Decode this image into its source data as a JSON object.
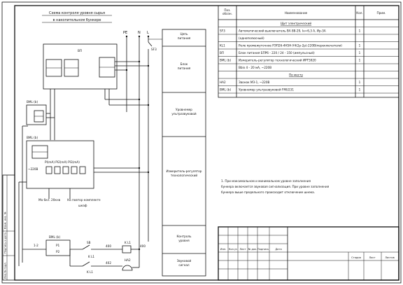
{
  "title": {
    "line1": "Схема контроля уровня сырья",
    "line2": "в накопительном бункере"
  },
  "buses": {
    "pe": "PE",
    "n": "N",
    "l": "L"
  },
  "schematic": {
    "sf3": "SF3",
    "bp": "BП",
    "bml": "BML (b)",
    "bml_small": "BML (b)",
    "pr_header": "PI(mA) PI2(mA) PI3(mA)",
    "supply": "~220B",
    "lower": "Мa 6кл. 20кнв",
    "upper_l1": "На повтор комплекте",
    "upper_l2": "шкаф",
    "bml_relay": "BML (b)",
    "p1": "P1",
    "p2": "P2",
    "n12": "1-2",
    "sb": "SB",
    "kl1_top": "K L1",
    "kl1_bot": "K L1",
    "kl1_right": "K L1",
    "ha2": "HA2",
    "w400a": "400",
    "w400b": "400",
    "w402": "402"
  },
  "function_column": [
    "Цепь питания",
    "Блок питания",
    "Уровнемер ультразвуковой",
    "Измеритель-регулятор технологический",
    "Контроль уровня",
    "Звуковой сигнал"
  ],
  "spec_table": {
    "headers": [
      "Поз. обозн.",
      "Наименование",
      "Кол.",
      "Прим."
    ],
    "rows": [
      {
        "pos": "",
        "name": "Щит электрический",
        "qty": "",
        "section": true
      },
      {
        "pos": "SF3",
        "name": "Автоматический выключатель ВА 88-29, Iн=6,3 А, Ир-3А",
        "qty": "1"
      },
      {
        "pos": "",
        "name": "(однополюсный)",
        "qty": ""
      },
      {
        "pos": "KL1",
        "name": "Реле промежуточное РЭП26-4Н5Н-У4(2р-2р)-220В(переключатели)",
        "qty": "1"
      },
      {
        "pos": "BП",
        "name": "Блок питания БПР6 - 220 / 24 - 150 (импульсный)",
        "qty": "1"
      },
      {
        "pos": "BML (b)",
        "name": "Измеритель-регулятор технологический ИРТ5920",
        "qty": "1"
      },
      {
        "pos": "",
        "name": "Bbix 4 - 20 мА, ~220В",
        "qty": ""
      },
      {
        "pos": "",
        "name": "По месту",
        "qty": "",
        "section": true
      },
      {
        "pos": "HA2",
        "name": "Звонок МЗ-1, ~220В",
        "qty": "1"
      },
      {
        "pos": "BML (b)",
        "name": "Уровнемер ультразвуковой FMU231",
        "qty": "1"
      }
    ]
  },
  "note": "1. При максимальном и минимальном уровне заполнения бункера включается звуковая сигнализация. При уровне заполнения бункера выше предельного происходит отключение шнека.",
  "title_block": {
    "cols": [
      "Изм.",
      "Кол.уч",
      "Лист",
      "№ док.",
      "Подпись",
      "Дата"
    ],
    "stadia": "Стадия",
    "list": "Лист",
    "listov": "Листов"
  },
  "margin_stamps": [
    "Инв.№ подл.",
    "Подпись и дата",
    "Взам. инв. №"
  ]
}
